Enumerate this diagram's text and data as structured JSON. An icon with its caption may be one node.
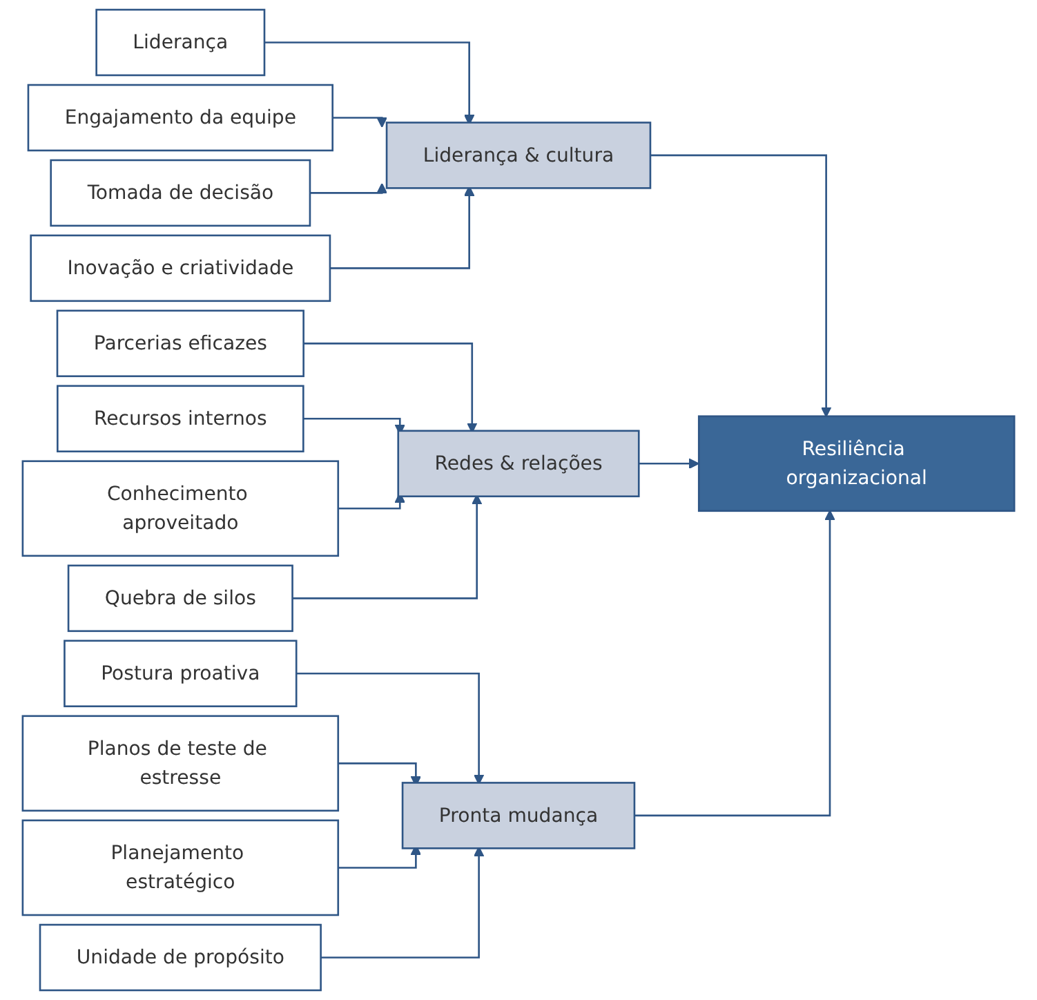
{
  "diagram": {
    "nodes": [
      {
        "text": [
          "Liderança"
        ]
      },
      {
        "text": [
          "Engajamento da equipe"
        ]
      },
      {
        "text": [
          "Tomada de decisão"
        ]
      },
      {
        "text": [
          "Inovação e criatividade"
        ]
      },
      {
        "text": [
          "Parcerias eficazes"
        ]
      },
      {
        "text": [
          "Recursos internos"
        ]
      },
      {
        "text": [
          "Conhecimento aproveitado"
        ]
      },
      {
        "text": [
          "Quebra de silos"
        ]
      },
      {
        "text": [
          "Postura proativa"
        ]
      },
      {
        "text": [
          "Planos de teste de estresse"
        ]
      },
      {
        "text": [
          "Planejamento estratégico"
        ]
      },
      {
        "text": [
          "Unidade de propósito"
        ]
      },
      {
        "text": [
          "Liderança & cultura"
        ]
      },
      {
        "text": [
          "Redes & relações"
        ]
      },
      {
        "text": [
          "Pronta mudança"
        ]
      },
      {
        "text": [
          "Resiliência organizacional"
        ]
      }
    ],
    "edges": [
      {
        "from": 0,
        "to": 12,
        "arrow": "to"
      },
      {
        "from": 1,
        "to": 12,
        "arrow": "to"
      },
      {
        "from": 2,
        "to": 12,
        "arrow": "to"
      },
      {
        "from": 3,
        "to": 12,
        "arrow": "to"
      },
      {
        "from": 4,
        "to": 13,
        "arrow": "to"
      },
      {
        "from": 5,
        "to": 13,
        "arrow": "to"
      },
      {
        "from": 6,
        "to": 13,
        "arrow": "to"
      },
      {
        "from": 7,
        "to": 13,
        "arrow": "to"
      },
      {
        "from": 8,
        "to": 14,
        "arrow": "to"
      },
      {
        "from": 9,
        "to": 14,
        "arrow": "to"
      },
      {
        "from": 10,
        "to": 14,
        "arrow": "to"
      },
      {
        "from": 11,
        "to": 14,
        "arrow": "to"
      },
      {
        "from": 12,
        "to": 15,
        "arrow": "to"
      },
      {
        "from": 13,
        "to": 15,
        "arrow": "to"
      },
      {
        "from": 14,
        "to": 15,
        "arrow": "to"
      }
    ]
  }
}
